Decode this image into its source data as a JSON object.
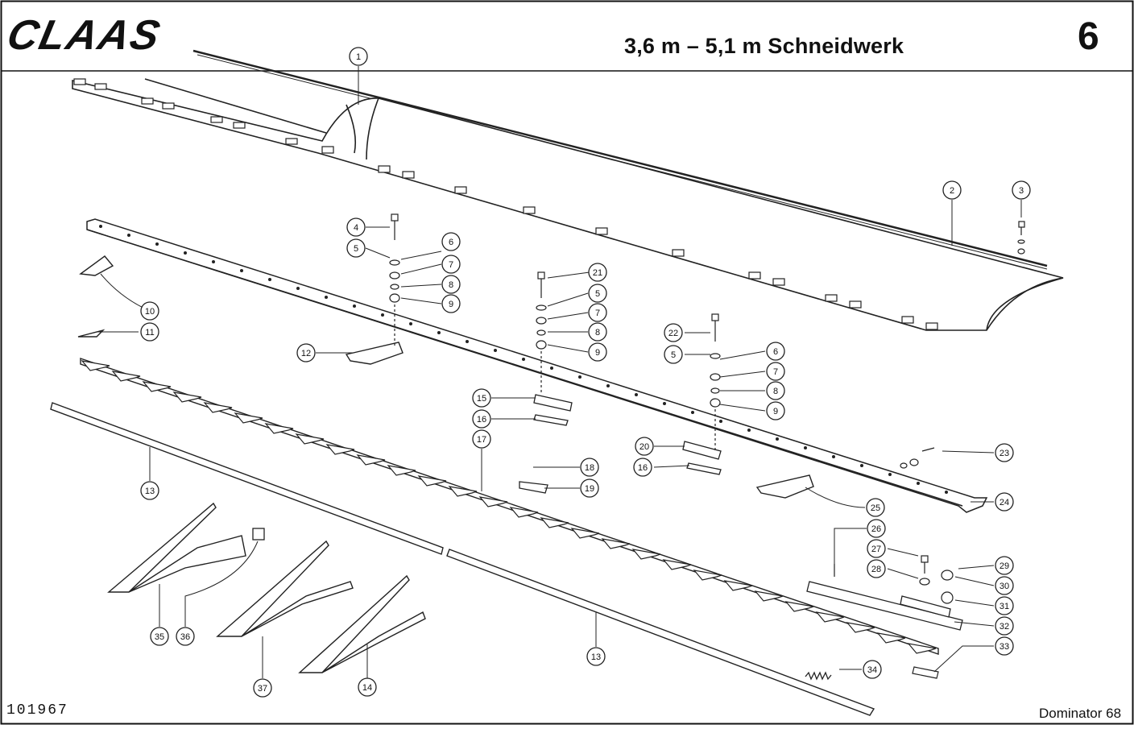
{
  "header": {
    "brand": "CLAAS",
    "title": "3,6 m  –  5,1 m Schneidwerk",
    "page_number": "6"
  },
  "footer": {
    "document_number": "101967",
    "model": "Dominator 68"
  },
  "callouts": {
    "c1": "1",
    "c2": "2",
    "c3": "3",
    "c4": "4",
    "c5a": "5",
    "c6a": "6",
    "c7a": "7",
    "c8a": "8",
    "c9a": "9",
    "c10": "10",
    "c11": "11",
    "c12": "12",
    "c13a": "13",
    "c13b": "13",
    "c14": "14",
    "c15": "15",
    "c16a": "16",
    "c16b": "16",
    "c17": "17",
    "c18": "18",
    "c19": "19",
    "c20": "20",
    "c21": "21",
    "c5b": "5",
    "c7b": "7",
    "c8b": "8",
    "c9b": "9",
    "c22": "22",
    "c5c": "5",
    "c6c": "6",
    "c7c": "7",
    "c8c": "8",
    "c9c": "9",
    "c23": "23",
    "c24": "24",
    "c25": "25",
    "c26": "26",
    "c27": "27",
    "c28": "28",
    "c29": "29",
    "c30": "30",
    "c31": "31",
    "c32": "32",
    "c33": "33",
    "c34": "34",
    "c35": "35",
    "c36": "36",
    "c37": "37"
  }
}
